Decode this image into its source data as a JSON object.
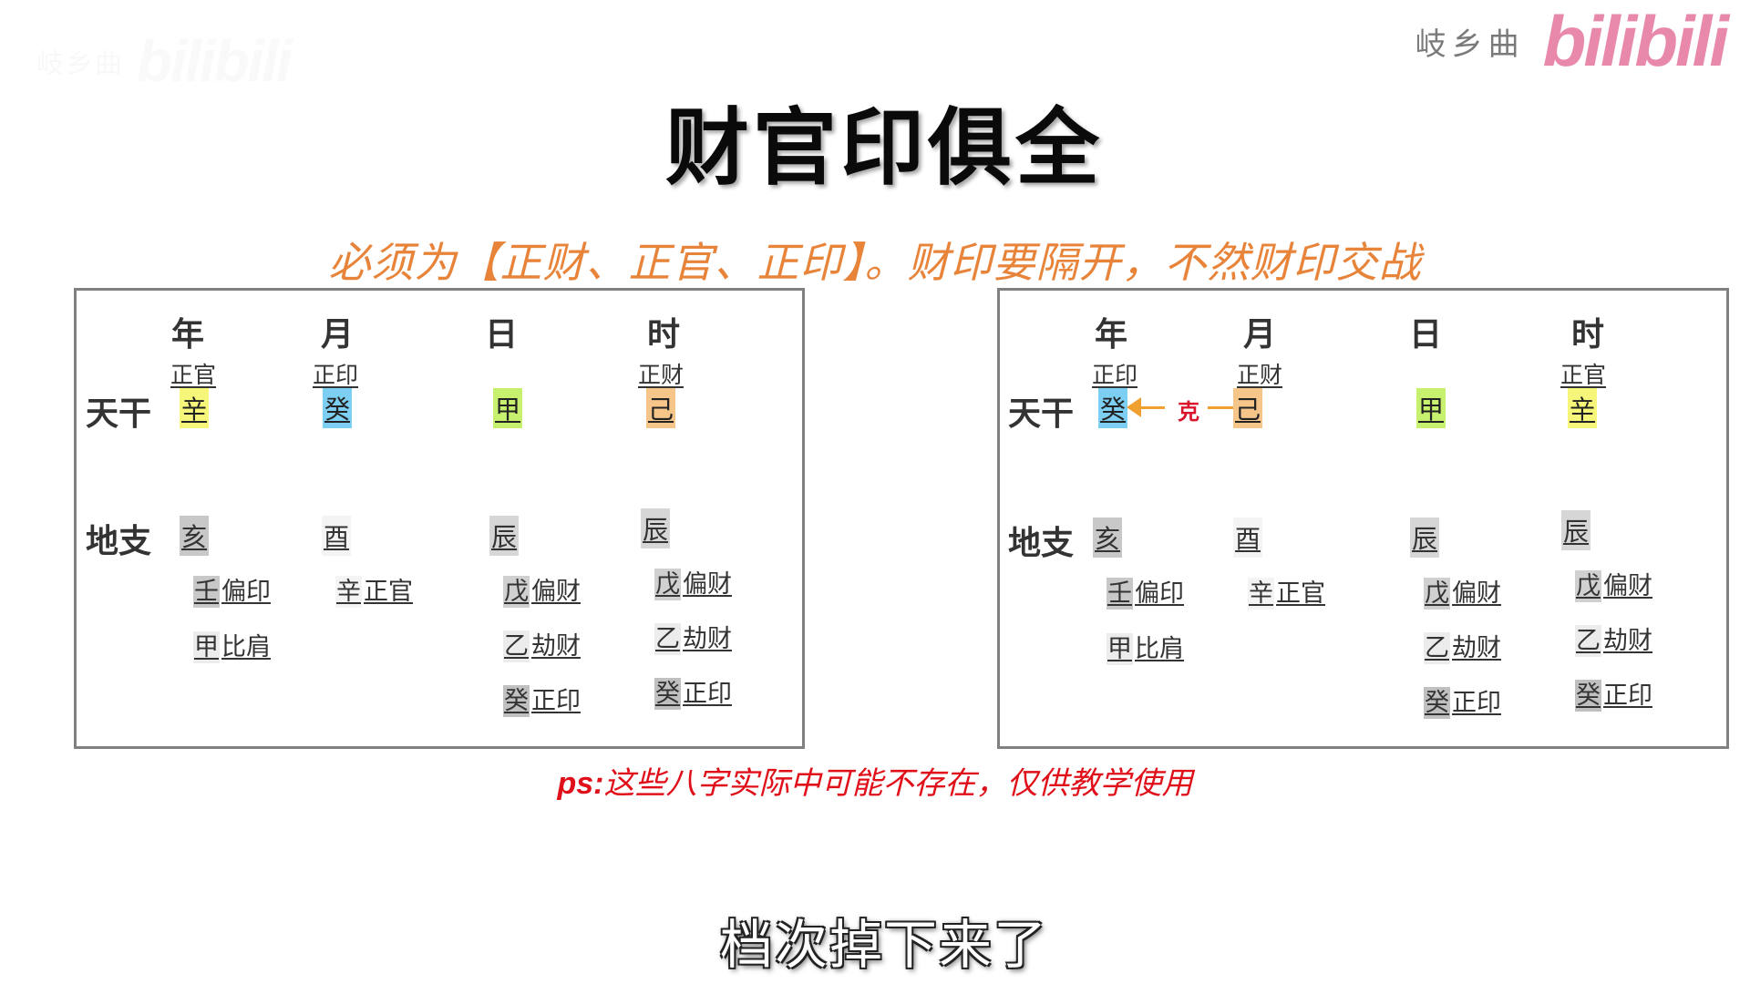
{
  "watermark_left": {
    "text": "岐乡曲",
    "logo": "bilibili"
  },
  "watermark_right": {
    "text": "岐乡曲",
    "logo": "bilibili",
    "logo_color": "#e889ab"
  },
  "title": "财官印俱全",
  "subtitle": "必须为【正财、正官、正印】。财印要隔开，不然财印交战",
  "colors": {
    "subtitle": "#e8843a",
    "note": "#e0101a",
    "xin_yellow": "#f6f77a",
    "gui_blue": "#7ccff2",
    "jia_green": "#c6f06e",
    "ji_orange": "#f5c58a",
    "branch_gray": "#c8c8c8",
    "light_gray": "#ececec",
    "arrow": "#f0a030",
    "ke": "#d9142c",
    "border": "#808080"
  },
  "chart_left": {
    "columns": [
      "年",
      "月",
      "日",
      "时"
    ],
    "row_labels": {
      "stems": "天干",
      "branches": "地支"
    },
    "gods": [
      "正官",
      "正印",
      "",
      "正财"
    ],
    "stems": [
      "辛",
      "癸",
      "甲",
      "己"
    ],
    "branches": [
      "亥",
      "酉",
      "辰",
      "辰"
    ],
    "hidden": [
      [
        {
          "stem": "壬",
          "god": "偏印"
        },
        {
          "stem": "甲",
          "god": "比肩"
        }
      ],
      [
        {
          "stem": "辛",
          "god": "正官"
        }
      ],
      [
        {
          "stem": "戊",
          "god": "偏财"
        },
        {
          "stem": "乙",
          "god": "劫财"
        },
        {
          "stem": "癸",
          "god": "正印"
        }
      ],
      [
        {
          "stem": "戊",
          "god": "偏财"
        },
        {
          "stem": "乙",
          "god": "劫财"
        },
        {
          "stem": "癸",
          "god": "正印"
        }
      ]
    ]
  },
  "chart_right": {
    "columns": [
      "年",
      "月",
      "日",
      "时"
    ],
    "row_labels": {
      "stems": "天干",
      "branches": "地支"
    },
    "gods": [
      "正印",
      "正财",
      "",
      "正官"
    ],
    "stems": [
      "癸",
      "己",
      "甲",
      "辛"
    ],
    "ke_label": "克",
    "branches": [
      "亥",
      "酉",
      "辰",
      "辰"
    ],
    "hidden": [
      [
        {
          "stem": "壬",
          "god": "偏印"
        },
        {
          "stem": "甲",
          "god": "比肩"
        }
      ],
      [
        {
          "stem": "辛",
          "god": "正官"
        }
      ],
      [
        {
          "stem": "戊",
          "god": "偏财"
        },
        {
          "stem": "乙",
          "god": "劫财"
        },
        {
          "stem": "癸",
          "god": "正印"
        }
      ],
      [
        {
          "stem": "戊",
          "god": "偏财"
        },
        {
          "stem": "乙",
          "god": "劫财"
        },
        {
          "stem": "癸",
          "god": "正印"
        }
      ]
    ]
  },
  "note": {
    "prefix": "ps:",
    "text": "这些八字实际中可能不存在，仅供教学使用"
  },
  "caption": "档次掉下来了"
}
